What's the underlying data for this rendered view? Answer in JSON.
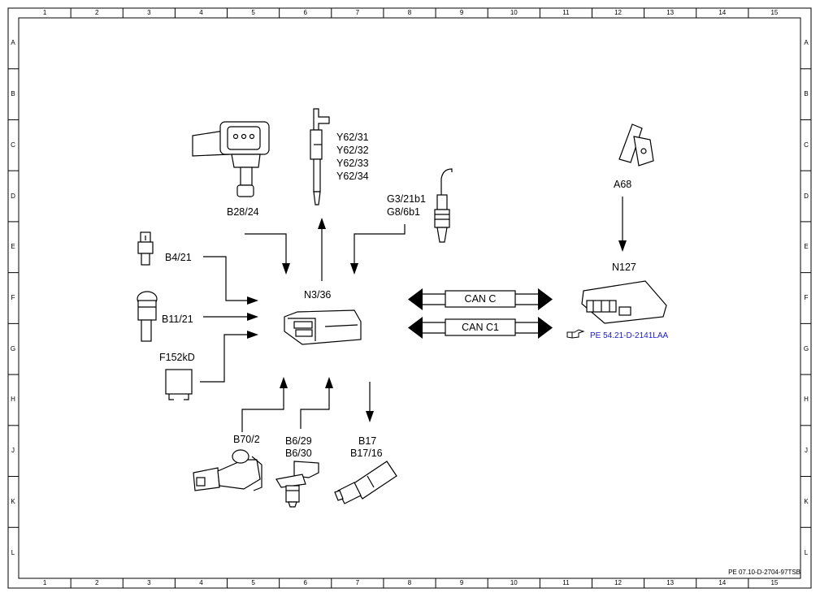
{
  "grid": {
    "columns": [
      "1",
      "2",
      "3",
      "4",
      "5",
      "6",
      "7",
      "8",
      "9",
      "10",
      "11",
      "12",
      "13",
      "14",
      "15"
    ],
    "rows": [
      "A",
      "B",
      "C",
      "D",
      "E",
      "F",
      "G",
      "H",
      "J",
      "K",
      "L"
    ]
  },
  "labels": {
    "b28_24": "B28/24",
    "y62": [
      "Y62/31",
      "Y62/32",
      "Y62/33",
      "Y62/34"
    ],
    "g3_g8": [
      "G3/21b1",
      "G8/6b1"
    ],
    "a68": "A68",
    "b4_21": "B4/21",
    "b11_21": "B11/21",
    "f152kd": "F152kD",
    "n3_36": "N3/36",
    "n127": "N127",
    "b70_2": "B70/2",
    "b6": [
      "B6/29",
      "B6/30"
    ],
    "b17": [
      "B17",
      "B17/16"
    ]
  },
  "bus": {
    "can_c": "CAN C",
    "can_c1": "CAN C1"
  },
  "reference_link": "PE 54.21-D-2141LAA",
  "footer_code": "PE 07.10-D-2704-97TSB",
  "icons": {
    "pointer": "pointing-hand-icon"
  }
}
